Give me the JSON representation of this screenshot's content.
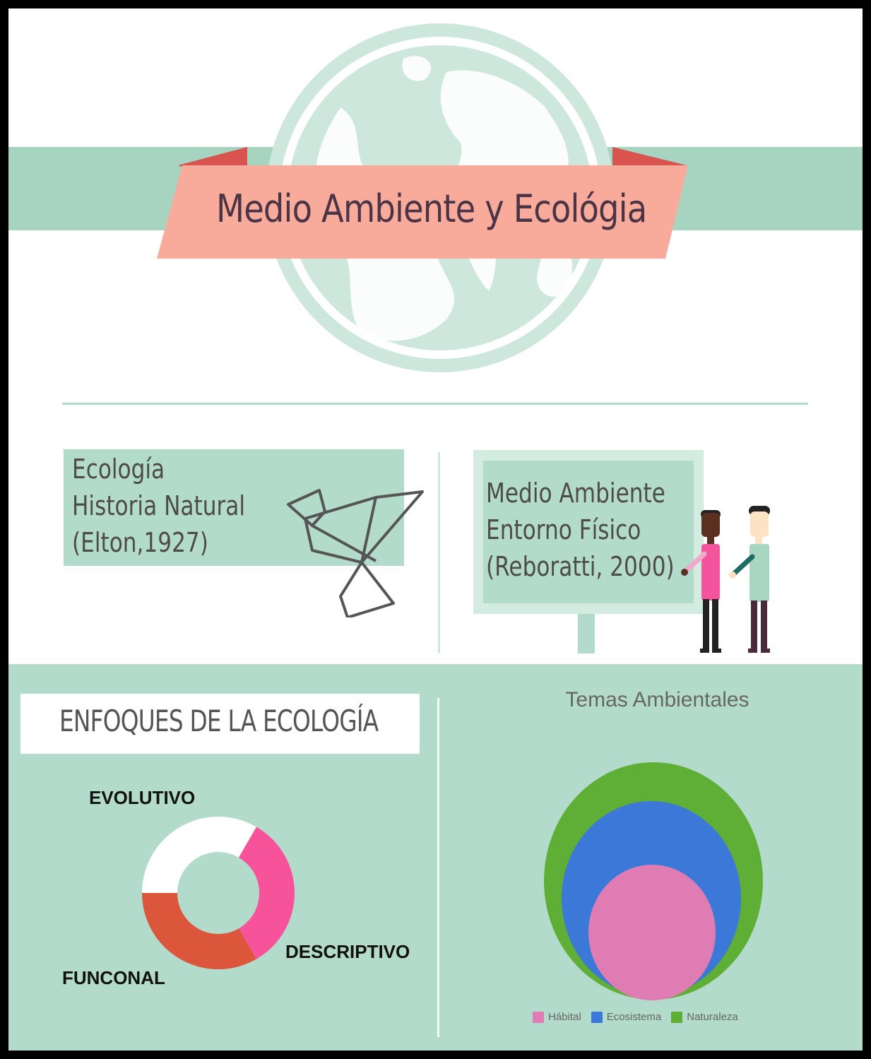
{
  "header": {
    "title": "Medio Ambiente y Ecológia"
  },
  "cards": {
    "left": {
      "lines": [
        "Ecología",
        "Historia Natural",
        "(Elton,1927)"
      ]
    },
    "right": {
      "lines": [
        "Medio Ambiente",
        "Entorno Físico",
        "(Reboratti, 2000)"
      ]
    }
  },
  "enfoques": {
    "title": "ENFOQUES DE LA ECOLOGÍA",
    "segments": [
      {
        "label": "EVOLUTIVO",
        "color": "#ffffff"
      },
      {
        "label": "DESCRIPTIVO",
        "color": "#f7539b"
      },
      {
        "label": "FUNCONAL",
        "color": "#dc563b"
      }
    ]
  },
  "temas": {
    "title": "Temas Ambientales",
    "legend": [
      {
        "label": "Hábital",
        "color": "#e07cb4"
      },
      {
        "label": "Ecosistema",
        "color": "#3c78d8"
      },
      {
        "label": "Naturaleza",
        "color": "#5fae36"
      }
    ]
  },
  "colors": {
    "mint": "#b3dbcb",
    "band": "#a6d4c1",
    "ribbon": "#f8ab9a",
    "ribbon_fold": "#d9534f",
    "globe": "#cde7dd"
  }
}
